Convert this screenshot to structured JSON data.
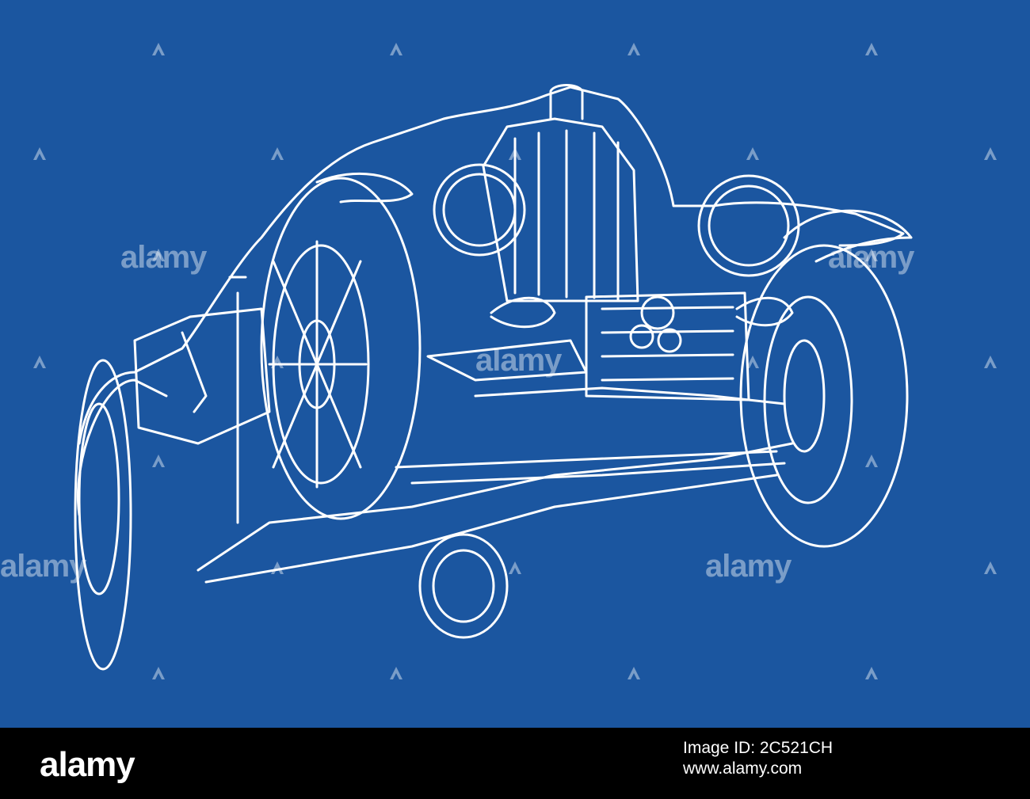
{
  "colors": {
    "background": "#1b56a0",
    "line": "#ffffff",
    "footer": "#000000"
  },
  "watermark": {
    "text": "alamy",
    "icon": "alamy-a-icon"
  },
  "footer": {
    "brand": "alamy",
    "image_id": "Image ID: 2C521CH",
    "site": "www.alamy.com"
  }
}
